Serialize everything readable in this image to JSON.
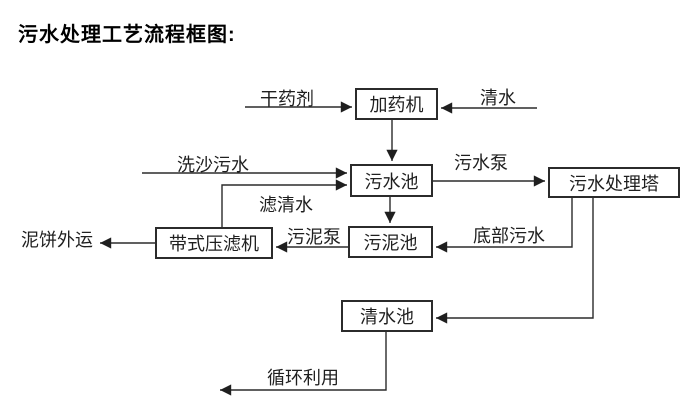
{
  "title": "污水处理工艺流程框图:",
  "diagram": {
    "nodes": {
      "dosing_machine": "加药机",
      "sewage_pool": "污水池",
      "treatment_tower": "污水处理塔",
      "sludge_pool": "污泥池",
      "belt_filter_press": "带式压滤机",
      "clean_water_pool": "清水池"
    },
    "flow_labels": {
      "dry_agent": "干药剂",
      "clean_water": "清水",
      "sand_washing_sewage": "洗沙污水",
      "sewage_pump": "污水泵",
      "filtered_water": "滤清水",
      "sludge_pump": "污泥泵",
      "bottom_sewage": "底部污水",
      "mud_cake_outbound": "泥饼外运",
      "recycling": "循环利用"
    },
    "line_color": "#2b2b2b",
    "background_color": "#ffffff"
  }
}
